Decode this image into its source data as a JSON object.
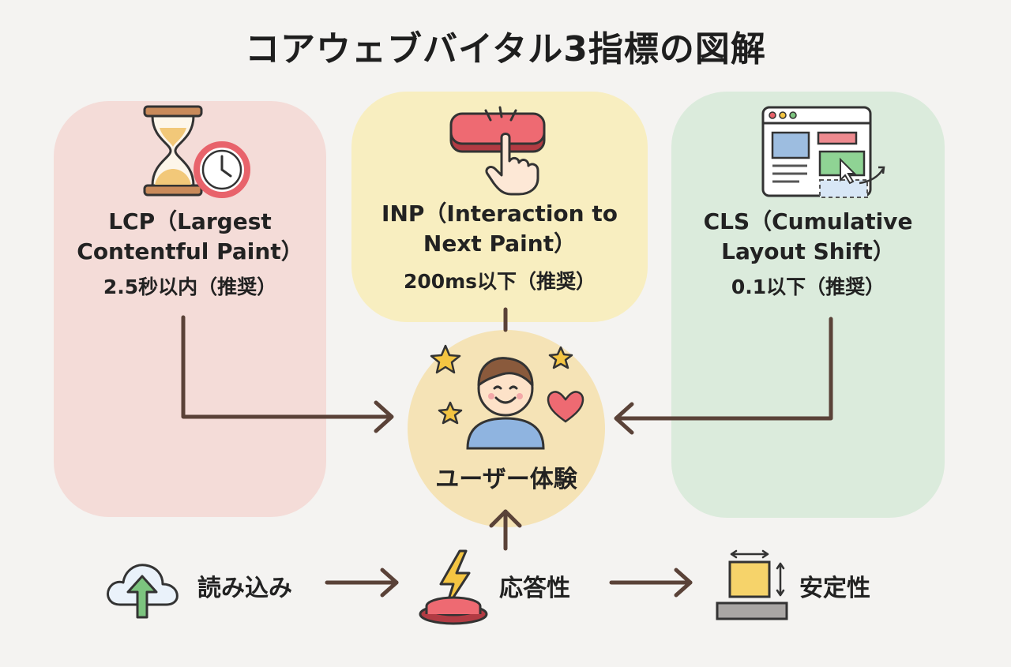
{
  "title": "コアウェブバイタル3指標の図解",
  "metrics": [
    {
      "id": "lcp",
      "name_line1": "LCP（Largest",
      "name_line2": "Contentful Paint）",
      "recommendation": "2.5秒以内（推奨）",
      "icon": "hourglass-clock-icon",
      "color": "#f4dcd8"
    },
    {
      "id": "inp",
      "name_line1": "INP（Interaction to",
      "name_line2": "Next Paint）",
      "recommendation": "200ms以下（推奨）",
      "icon": "button-press-icon",
      "color": "#f8eec0"
    },
    {
      "id": "cls",
      "name_line1": "CLS（Cumulative",
      "name_line2": "Layout Shift）",
      "recommendation": "0.1以下（推奨）",
      "icon": "layout-shift-icon",
      "color": "#dbebdc"
    }
  ],
  "center": {
    "label": "ユーザー体験",
    "icon": "happy-user-icon",
    "color": "#f5e3b6"
  },
  "flow": [
    {
      "label": "読み込み",
      "icon": "cloud-upload-icon"
    },
    {
      "label": "応答性",
      "icon": "lightning-button-icon"
    },
    {
      "label": "安定性",
      "icon": "stable-box-icon"
    }
  ],
  "colors": {
    "arrow": "#5a4238",
    "accent_red": "#e8636b",
    "accent_yellow": "#f4c542",
    "accent_blue": "#7fa9d6",
    "accent_green": "#7cc47f"
  }
}
